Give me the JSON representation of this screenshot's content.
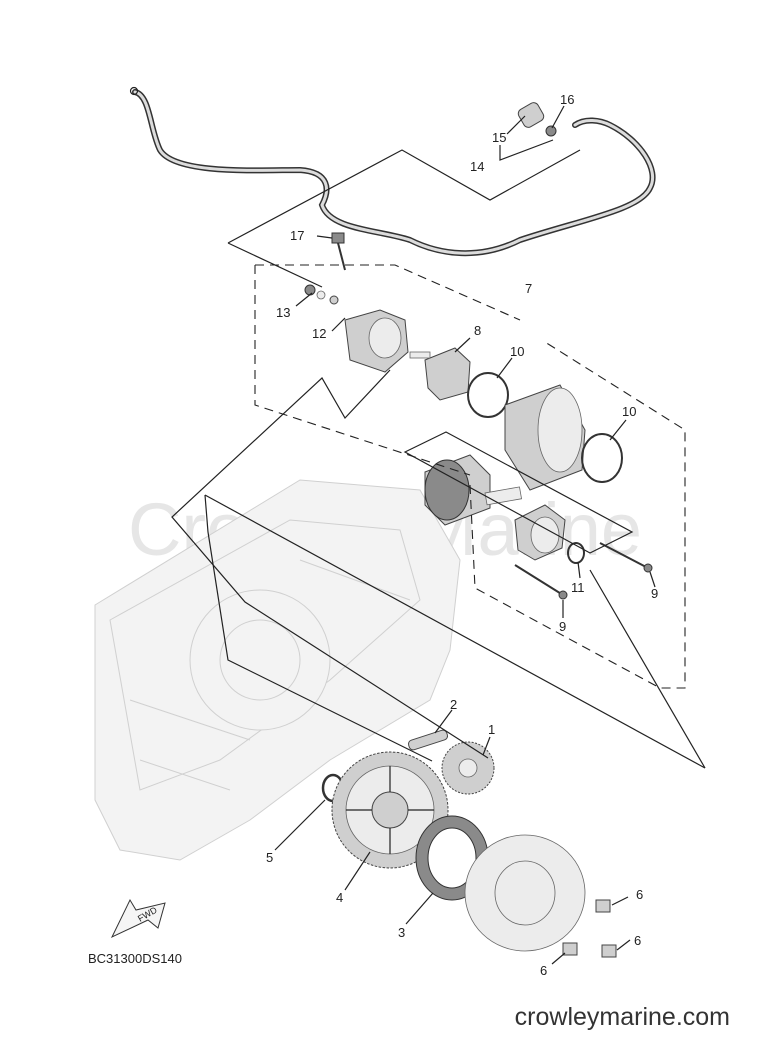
{
  "diagram": {
    "callouts": [
      {
        "id": "c1",
        "text": "1"
      },
      {
        "id": "c2",
        "text": "2"
      },
      {
        "id": "c3",
        "text": "3"
      },
      {
        "id": "c4",
        "text": "4"
      },
      {
        "id": "c5",
        "text": "5"
      },
      {
        "id": "c6a",
        "text": "6"
      },
      {
        "id": "c6b",
        "text": "6"
      },
      {
        "id": "c6c",
        "text": "6"
      },
      {
        "id": "c7",
        "text": "7"
      },
      {
        "id": "c8",
        "text": "8"
      },
      {
        "id": "c9a",
        "text": "9"
      },
      {
        "id": "c9b",
        "text": "9"
      },
      {
        "id": "c10a",
        "text": "10"
      },
      {
        "id": "c10b",
        "text": "10"
      },
      {
        "id": "c11",
        "text": "11"
      },
      {
        "id": "c12",
        "text": "12"
      },
      {
        "id": "c13",
        "text": "13"
      },
      {
        "id": "c14",
        "text": "14"
      },
      {
        "id": "c15",
        "text": "15"
      },
      {
        "id": "c16",
        "text": "16"
      },
      {
        "id": "c17",
        "text": "17"
      }
    ],
    "diagram_code": "BC31300DS140",
    "fwd_label": "FWD",
    "watermark": "Crowley Marine",
    "footer_url": "crowleymarine.com"
  }
}
